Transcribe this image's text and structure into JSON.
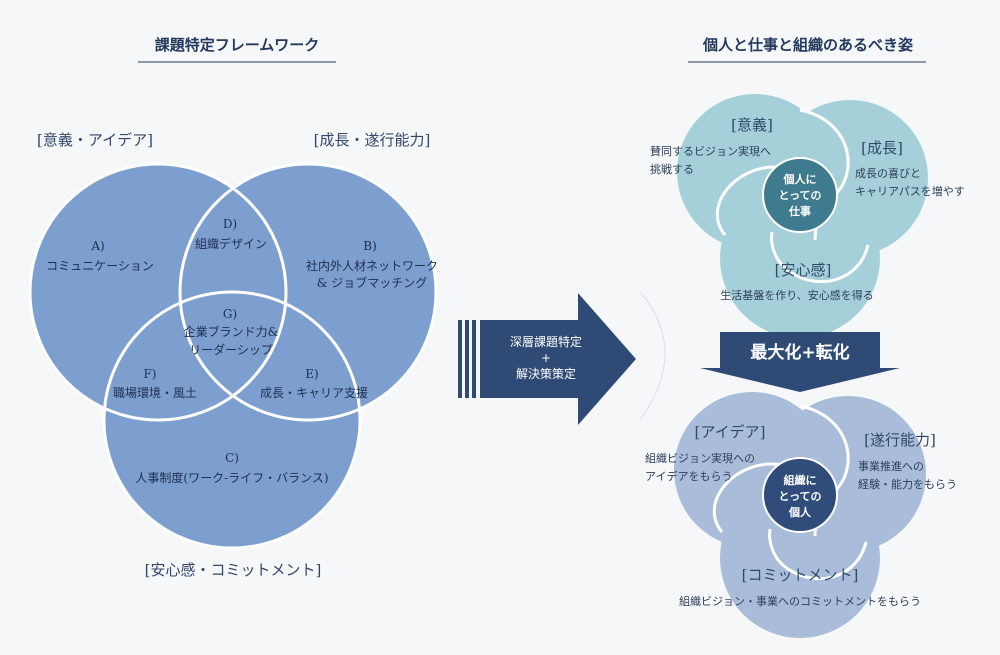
{
  "left": {
    "title": "課題特定フレームワーク",
    "labels": {
      "top_left": "[意義・アイデア]",
      "top_right": "[成長・遂行能力]",
      "bottom": "[安心感・コミットメント]"
    },
    "regions": {
      "a": {
        "letter": "A)",
        "text": "コミュニケーション"
      },
      "b": {
        "letter": "B)",
        "line1": "社内外人材ネットワーク",
        "line2": "& ジョブマッチング"
      },
      "c": {
        "letter": "C)",
        "text": "人事制度(ワーク-ライフ・バランス)"
      },
      "d": {
        "letter": "D)",
        "text": "組織デザイン"
      },
      "e": {
        "letter": "E)",
        "text": "成長・キャリア支援"
      },
      "f": {
        "letter": "F)",
        "text": "職場環境・風土"
      },
      "g": {
        "letter": "G)",
        "line1": "企業ブランド力&",
        "line2": "リーダーシップ"
      }
    }
  },
  "arrow": {
    "line1": "深層課題特定",
    "line2": "+",
    "line3": "解決策策定"
  },
  "right": {
    "title": "個人と仕事と組織のあるべき姿",
    "top": {
      "center": {
        "line1": "個人に",
        "line2": "とっての",
        "line3": "仕事"
      },
      "meaning": {
        "title": "[意義]",
        "line1": "賛同するビジョン実現へ",
        "line2": "挑戦する"
      },
      "growth": {
        "title": "[成長]",
        "line1": "成長の喜びと",
        "line2": "キャリアパスを増やす"
      },
      "safety": {
        "title": "[安心感]",
        "line1": "生活基盤を作り、安心感を得る"
      }
    },
    "banner": "最大化+転化",
    "bottom": {
      "center": {
        "line1": "組織に",
        "line2": "とっての",
        "line3": "個人"
      },
      "idea": {
        "title": "[アイデア]",
        "line1": "組織ビジョン実現への",
        "line2": "アイデアをもらう"
      },
      "ability": {
        "title": "[遂行能力]",
        "line1": "事業推進への",
        "line2": "経験・能力をもらう"
      },
      "commit": {
        "title": "[コミットメント]",
        "line1": "組織ビジョン・事業へのコミットメントをもらう"
      }
    }
  },
  "colors": {
    "venn_fill": "#7d9fcf",
    "venn_stroke": "#ffffff",
    "top_cluster": "#a5d0d9",
    "top_center": "#3f7b8e",
    "bottom_cluster": "#a9bcd9",
    "bottom_center": "#2f4c7a",
    "arrow": "#2f4a75",
    "title_text": "#23395d"
  }
}
